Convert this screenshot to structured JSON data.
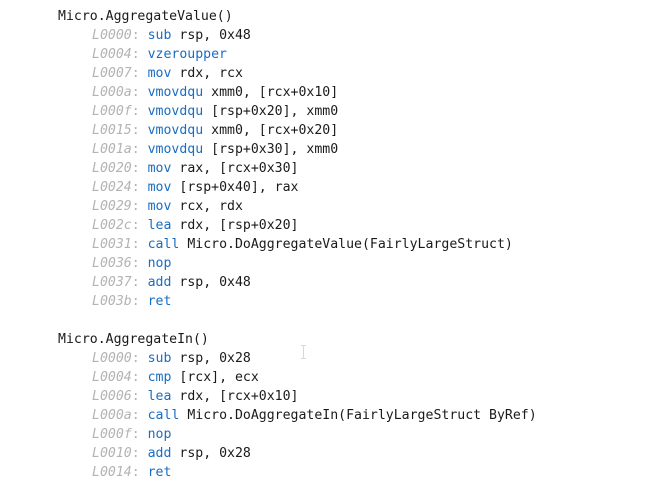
{
  "functions": [
    {
      "name": "Micro.AggregateValue()",
      "lines": [
        {
          "addr": "L0000",
          "op": "sub",
          "args": "rsp, 0x48"
        },
        {
          "addr": "L0004",
          "op": "vzeroupper",
          "args": ""
        },
        {
          "addr": "L0007",
          "op": "mov",
          "args": "rdx, rcx"
        },
        {
          "addr": "L000a",
          "op": "vmovdqu",
          "args": "xmm0, [rcx+0x10]"
        },
        {
          "addr": "L000f",
          "op": "vmovdqu",
          "args": "[rsp+0x20], xmm0"
        },
        {
          "addr": "L0015",
          "op": "vmovdqu",
          "args": "xmm0, [rcx+0x20]"
        },
        {
          "addr": "L001a",
          "op": "vmovdqu",
          "args": "[rsp+0x30], xmm0"
        },
        {
          "addr": "L0020",
          "op": "mov",
          "args": "rax, [rcx+0x30]"
        },
        {
          "addr": "L0024",
          "op": "mov",
          "args": "[rsp+0x40], rax"
        },
        {
          "addr": "L0029",
          "op": "mov",
          "args": "rcx, rdx"
        },
        {
          "addr": "L002c",
          "op": "lea",
          "args": "rdx, [rsp+0x20]"
        },
        {
          "addr": "L0031",
          "op": "call",
          "args": "Micro.DoAggregateValue(FairlyLargeStruct)"
        },
        {
          "addr": "L0036",
          "op": "nop",
          "args": ""
        },
        {
          "addr": "L0037",
          "op": "add",
          "args": "rsp, 0x48"
        },
        {
          "addr": "L003b",
          "op": "ret",
          "args": ""
        }
      ]
    },
    {
      "name": "Micro.AggregateIn()",
      "lines": [
        {
          "addr": "L0000",
          "op": "sub",
          "args": "rsp, 0x28"
        },
        {
          "addr": "L0004",
          "op": "cmp",
          "args": "[rcx], ecx"
        },
        {
          "addr": "L0006",
          "op": "lea",
          "args": "rdx, [rcx+0x10]"
        },
        {
          "addr": "L000a",
          "op": "call",
          "args": "Micro.DoAggregateIn(FairlyLargeStruct ByRef)"
        },
        {
          "addr": "L000f",
          "op": "nop",
          "args": ""
        },
        {
          "addr": "L0010",
          "op": "add",
          "args": "rsp, 0x28"
        },
        {
          "addr": "L0014",
          "op": "ret",
          "args": ""
        }
      ]
    }
  ],
  "colors": {
    "background": "#ffffff",
    "address": "#b3b3b3",
    "mnemonic": "#1a6dc2",
    "text": "#1a1a1a"
  },
  "icons": {
    "cursor": "i-beam-cursor-icon"
  }
}
